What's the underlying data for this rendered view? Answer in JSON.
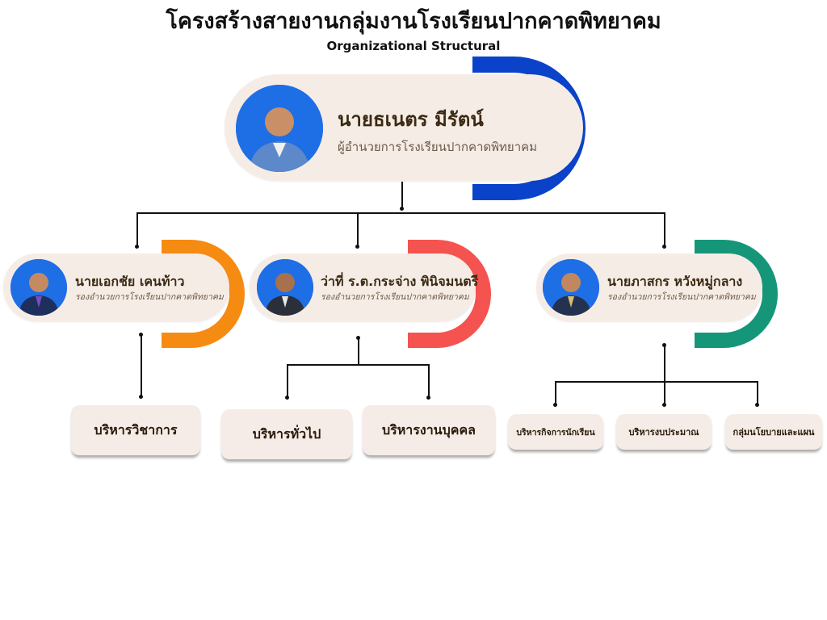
{
  "header": {
    "title": "โครงสร้างสายงานกลุ่มงานโรงเรียนปากคาดพิทยาคม",
    "subtitle": "Organizational Structural"
  },
  "director": {
    "name": "นายธเนตร มีรัตน์",
    "role": "ผู้อำนวยการโรงเรียนปากคาดพิทยาคม",
    "accent": "#0a43c9"
  },
  "deputies": [
    {
      "name": "นายเอกชัย เคนท้าว",
      "role": "รองอำนวยการโรงเรียนปากคาดพิทยาคม",
      "accent": "#f68b12"
    },
    {
      "name": "ว่าที่ ร.ต.กระจ่าง พินิจมนตรี",
      "role": "รองอำนวยการโรงเรียนปากคาดพิทยาคม",
      "accent": "#f5534f"
    },
    {
      "name": "นายภาสกร หวังหมู่กลาง",
      "role": "รองอำนวยการโรงเรียนปากคาดพิทยาคม",
      "accent": "#159679"
    }
  ],
  "departments": [
    {
      "label": "บริหารวิชาการ"
    },
    {
      "label": "บริหารทั่วไป"
    },
    {
      "label": "บริหารงานบุคคล"
    },
    {
      "label": "บริหารกิจการนักเรียน"
    },
    {
      "label": "บริหารงบประมาณ"
    },
    {
      "label": "กลุ่มนโยบายและแผน"
    }
  ]
}
